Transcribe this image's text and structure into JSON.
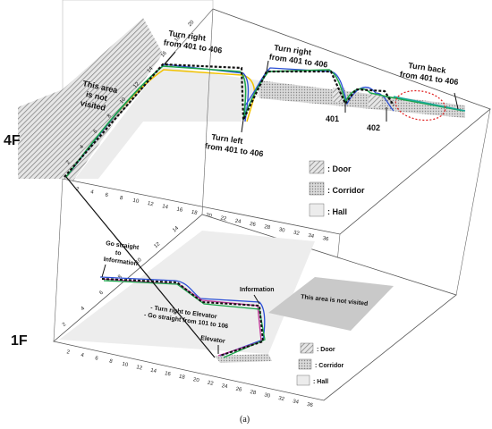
{
  "figure": {
    "caption": "(a)"
  },
  "floors": {
    "upper": {
      "label": "4F",
      "x_ticks": [
        "2",
        "4",
        "6",
        "8",
        "10",
        "12",
        "14",
        "16",
        "18",
        "20",
        "22",
        "24",
        "26",
        "28",
        "30",
        "32",
        "34",
        "36"
      ],
      "y_ticks": [
        "2",
        "4",
        "6",
        "8",
        "10",
        "12",
        "14",
        "16",
        "18",
        "20"
      ],
      "unvisited_text": [
        "This area",
        "is not",
        "visited"
      ],
      "annotations": {
        "turn_right_1": [
          "Turn right",
          "from 401 to 406"
        ],
        "turn_right_2": [
          "Turn right",
          "from 401 to 406"
        ],
        "turn_left": [
          "Turn left",
          "from 401 to 406"
        ],
        "turn_back": [
          "Turn back",
          "from 401 to 406"
        ],
        "room_401": "401",
        "room_402": "402"
      },
      "legend": {
        "door": ": Door",
        "corridor": ": Corridor",
        "hall": ": Hall"
      }
    },
    "lower": {
      "label": "1F",
      "x_ticks": [
        "2",
        "4",
        "6",
        "8",
        "10",
        "12",
        "14",
        "16",
        "18",
        "20",
        "22",
        "24",
        "26",
        "28",
        "30",
        "32",
        "34",
        "36"
      ],
      "y_ticks": [
        "2",
        "4",
        "6",
        "8",
        "10",
        "12",
        "14"
      ],
      "unvisited_text": "This area is not visited",
      "annotations": {
        "go_straight": [
          "Go straight",
          "to",
          "Information"
        ],
        "information": "Information",
        "elevator_note": [
          "- Turn right to Elevator",
          "- Go straight from 101 to 106"
        ],
        "elevator": "Elevator"
      },
      "legend": {
        "door": ": Door",
        "corridor": ": Corridor",
        "hall": ": Hall"
      }
    }
  },
  "colors": {
    "path_dashed": "#111111",
    "path_yellow": "#f2c200",
    "path_green": "#1aa64a",
    "path_blue": "#2b4fd6",
    "path_teal": "#1aa898",
    "path_magenta": "#c2379a",
    "highlight_ellipse": "#e02020"
  }
}
